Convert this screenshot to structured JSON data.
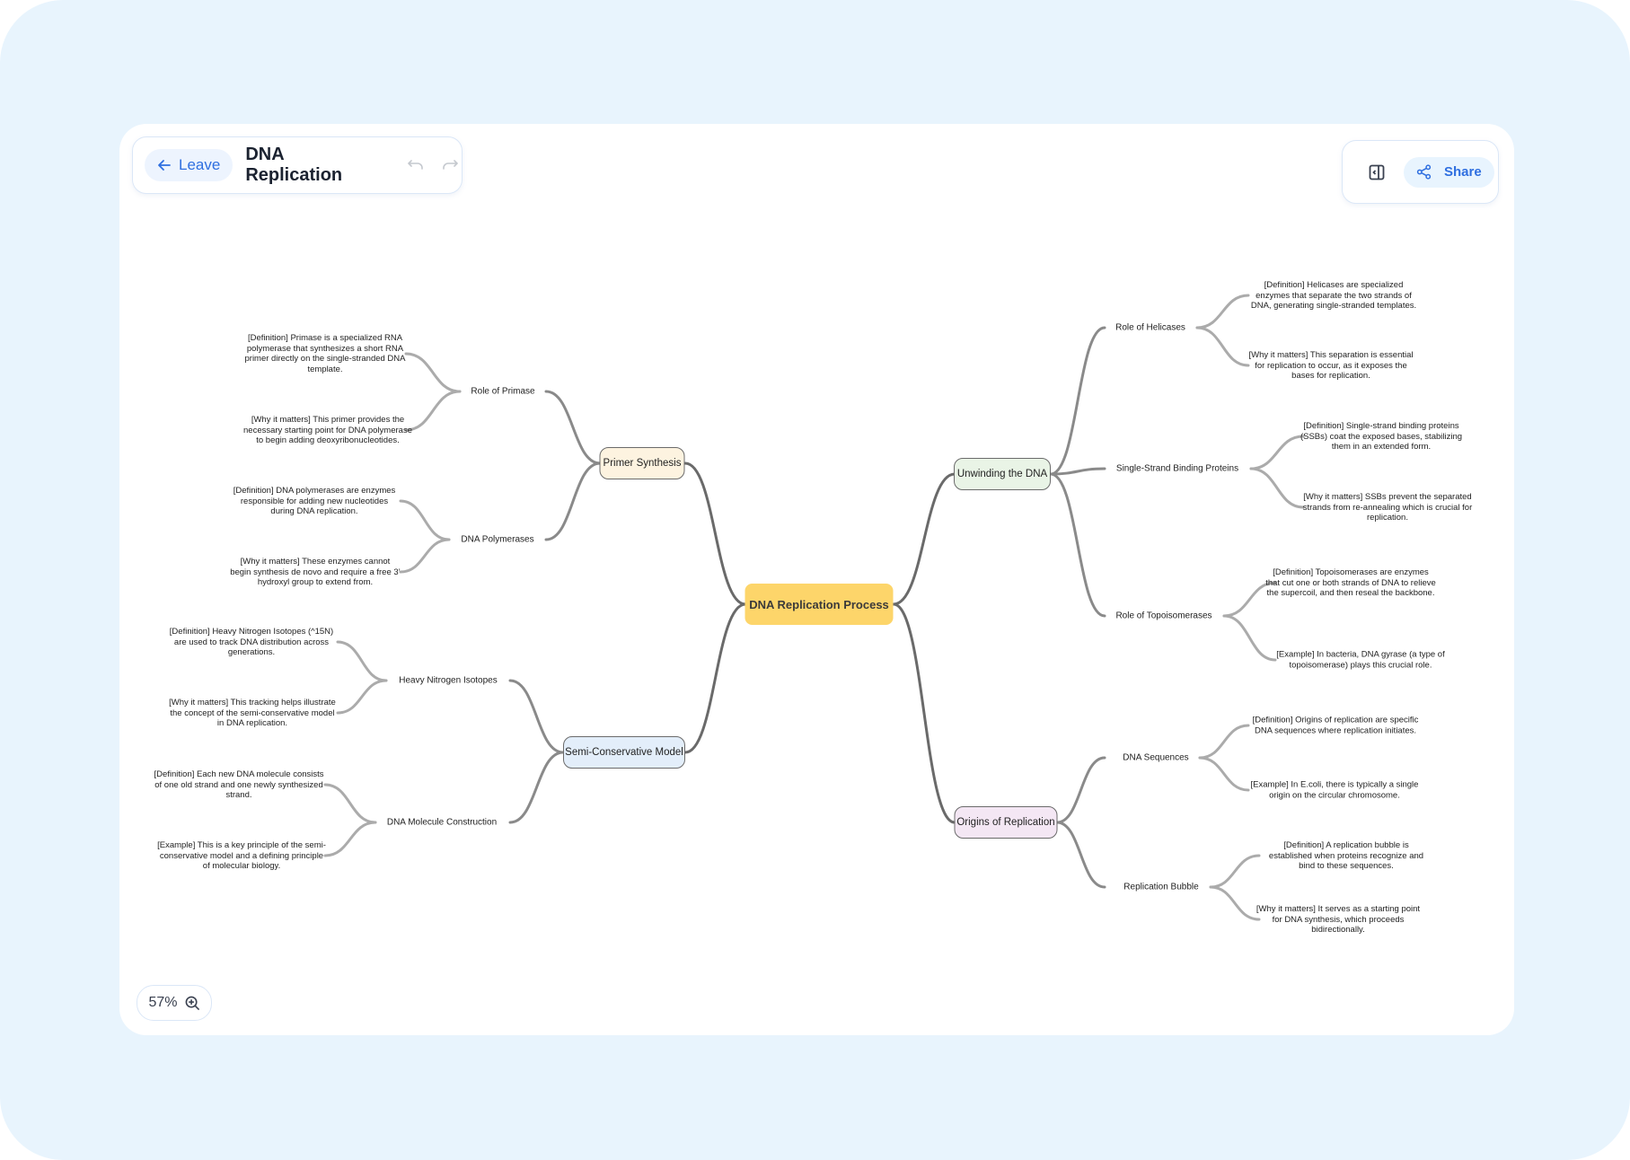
{
  "header": {
    "leave_label": "Leave",
    "title": "DNA Replication",
    "share_label": "Share"
  },
  "zoom": {
    "level": "57%"
  },
  "colors": {
    "central": "#fdd56a",
    "primer": "#fdf3e0",
    "semi": "#e3eefa",
    "unwinding": "#e9f4e6",
    "origins": "#f4e7f4",
    "accent": "#2f6fe0"
  },
  "mindmap": {
    "central": "DNA Replication Process",
    "primer": {
      "label": "Primer Synthesis",
      "primase": {
        "label": "Role of Primase",
        "def": "[Definition] Primase is a specialized RNA polymerase that synthesizes a short RNA primer directly on the single-stranded DNA template.",
        "why": "[Why it matters] This primer provides the necessary starting point for DNA polymerase to begin adding deoxyribonucleotides."
      },
      "polymerases": {
        "label": "DNA Polymerases",
        "def": "[Definition] DNA polymerases are enzymes responsible for adding new nucleotides during DNA replication.",
        "why": "[Why it matters] These enzymes cannot begin synthesis de novo and require a free 3’ hydroxyl group to extend from."
      }
    },
    "semi": {
      "label": "Semi-Conservative Model",
      "isotopes": {
        "label": "Heavy Nitrogen Isotopes",
        "def": "[Definition] Heavy Nitrogen Isotopes (^15N) are used to track DNA distribution across generations.",
        "why": "[Why it matters] This tracking helps illustrate the concept of the semi-conservative model in DNA replication."
      },
      "construction": {
        "label": "DNA Molecule Construction",
        "def": "[Definition] Each new DNA molecule consists of one old strand and one newly synthesized strand.",
        "example": "[Example] This is a key principle of the semi-conservative model and a defining principle of molecular biology."
      }
    },
    "unwinding": {
      "label": "Unwinding the DNA",
      "helicases": {
        "label": "Role of Helicases",
        "def": "[Definition] Helicases are specialized enzymes that separate the two strands of DNA, generating single-stranded templates.",
        "why": "[Why it matters] This separation is essential for replication to occur, as it exposes the bases for replication."
      },
      "ssb": {
        "label": "Single-Strand Binding Proteins",
        "def": "[Definition] Single-strand binding proteins (SSBs) coat the exposed bases, stabilizing them in an extended form.",
        "why": "[Why it matters] SSBs prevent the separated strands from re-annealing which is crucial for replication."
      },
      "topo": {
        "label": "Role of Topoisomerases",
        "def": "[Definition] Topoisomerases are enzymes that cut one or both strands of DNA to relieve the supercoil, and then reseal the backbone.",
        "example": "[Example] In bacteria, DNA gyrase (a type of topoisomerase) plays this crucial role."
      }
    },
    "origins": {
      "label": "Origins of Replication",
      "sequences": {
        "label": "DNA Sequences",
        "def": "[Definition] Origins of replication are specific DNA sequences where replication initiates.",
        "example": "[Example] In E.coli, there is typically a single origin on the circular chromosome."
      },
      "bubble": {
        "label": "Replication Bubble",
        "def": "[Definition] A replication bubble is established when proteins recognize and bind to these sequences.",
        "why": "[Why it matters] It serves as a starting point for DNA synthesis, which proceeds bidirectionally."
      }
    }
  }
}
